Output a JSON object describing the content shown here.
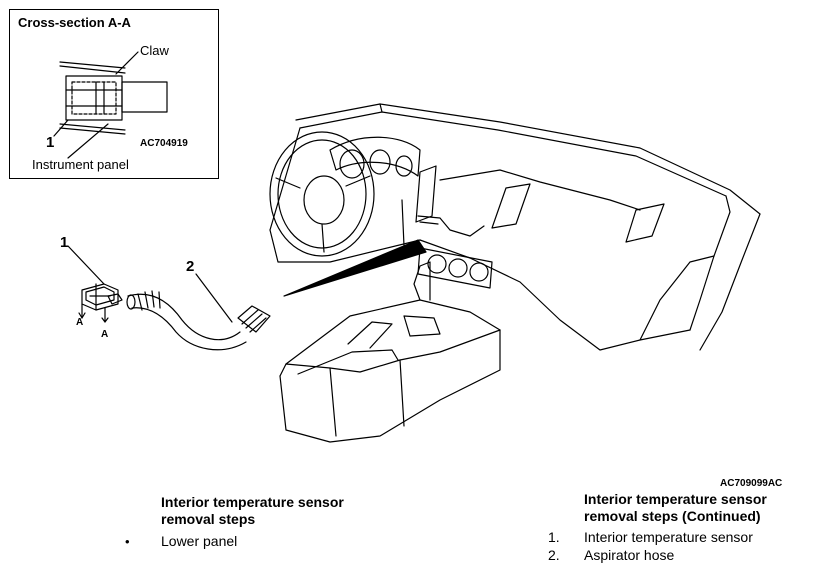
{
  "inset": {
    "title": "Cross-section A-A",
    "claw_label": "Claw",
    "number_label": "1",
    "code": "AC704919",
    "panel_label": "Instrument panel"
  },
  "diagram": {
    "callout_1": "1",
    "callout_2": "2",
    "mark_a_left": "A",
    "mark_a_right": "A",
    "code": "AC709099AC"
  },
  "removal_steps": {
    "heading_line1": "Interior temperature sensor",
    "heading_line2": "removal steps",
    "bullet": "•",
    "items": [
      "Lower panel"
    ]
  },
  "removal_steps_continued": {
    "heading_line1": "Interior temperature sensor",
    "heading_line2": "removal steps (Continued)",
    "items": [
      {
        "number": "1.",
        "label": "Interior temperature sensor"
      },
      {
        "number": "2.",
        "label": "Aspirator hose"
      }
    ]
  }
}
